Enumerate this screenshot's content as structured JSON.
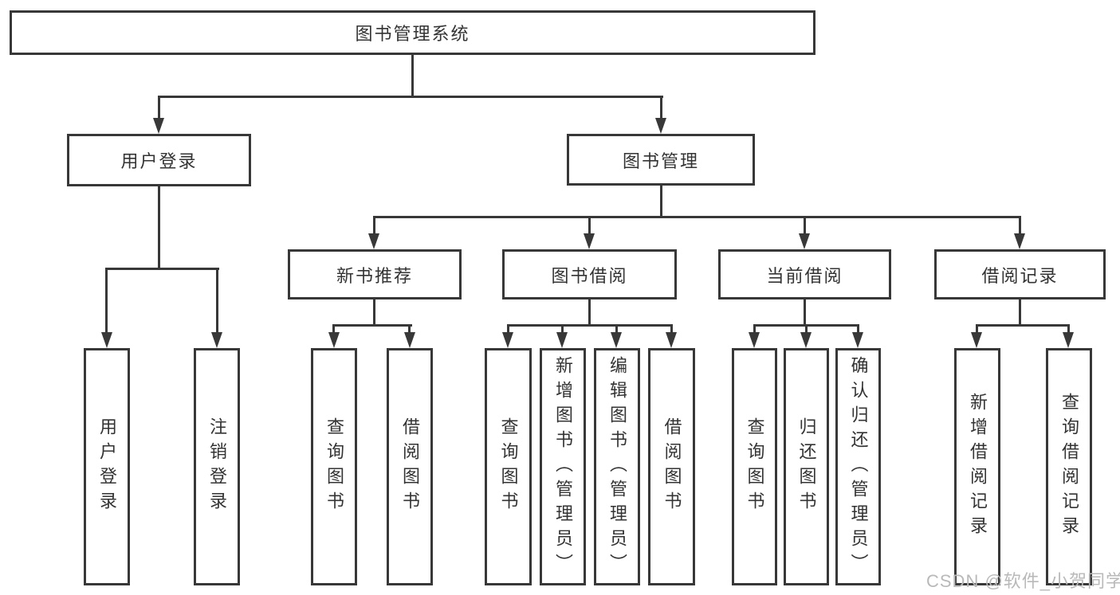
{
  "diagram": {
    "title": {
      "label": "图书管理系统"
    },
    "level2": [
      {
        "label": "用户登录"
      },
      {
        "label": "图书管理"
      }
    ],
    "level3": [
      {
        "label": "新书推荐"
      },
      {
        "label": "图书借阅"
      },
      {
        "label": "当前借阅"
      },
      {
        "label": "借阅记录"
      }
    ],
    "leaves": [
      {
        "label": "用户登录"
      },
      {
        "label": "注销登录"
      },
      {
        "label": "查询图书"
      },
      {
        "label": "借阅图书"
      },
      {
        "label": "查询图书"
      },
      {
        "label": "新增图书（管理员）"
      },
      {
        "label": "编辑图书（管理员）"
      },
      {
        "label": "借阅图书"
      },
      {
        "label": "查询图书"
      },
      {
        "label": "归还图书"
      },
      {
        "label": "确认归还（管理员）"
      },
      {
        "label": "新增借阅记录"
      },
      {
        "label": "查询借阅记录"
      }
    ]
  },
  "watermark": {
    "text": "CSDN @软件_小贺同学"
  },
  "colors": {
    "line": "#383838",
    "text": "#333333",
    "watermark": "#b9b9b9",
    "background": "#ffffff"
  }
}
